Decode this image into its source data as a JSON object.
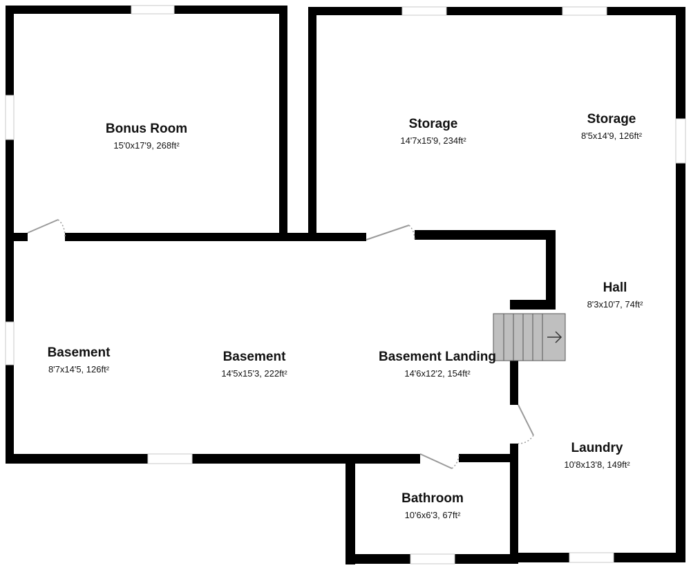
{
  "rooms": {
    "bonus_room": {
      "name": "Bonus Room",
      "dims": "15'0x17'9, 268ft²"
    },
    "storage_left": {
      "name": "Storage",
      "dims": "14'7x15'9, 234ft²"
    },
    "storage_right": {
      "name": "Storage",
      "dims": "8'5x14'9, 126ft²"
    },
    "hall": {
      "name": "Hall",
      "dims": "8'3x10'7, 74ft²"
    },
    "basement_left": {
      "name": "Basement",
      "dims": "8'7x14'5, 126ft²"
    },
    "basement_center": {
      "name": "Basement",
      "dims": "14'5x15'3, 222ft²"
    },
    "basement_landing": {
      "name": "Basement Landing",
      "dims": "14'6x12'2, 154ft²"
    },
    "laundry": {
      "name": "Laundry",
      "dims": "10'8x13'8, 149ft²"
    },
    "bathroom": {
      "name": "Bathroom",
      "dims": "10'6x6'3, 67ft²"
    }
  },
  "colors": {
    "wall": "#000000",
    "stairs": "#bfbfbf",
    "door": "#9a9a9a"
  },
  "icons": {
    "stairs_direction": "arrow-right-icon"
  }
}
